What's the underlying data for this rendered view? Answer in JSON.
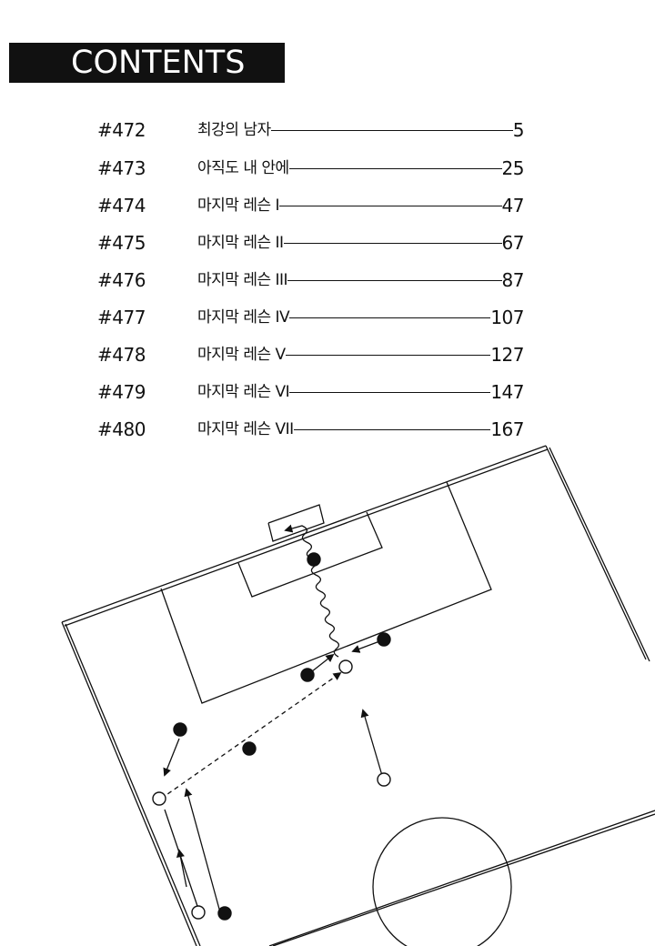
{
  "header": {
    "title": "CONTENTS"
  },
  "toc": [
    {
      "code": "#472",
      "title": "최강의 남자",
      "page": "5"
    },
    {
      "code": "#473",
      "title": "아직도 내 안에",
      "page": "25"
    },
    {
      "code": "#474",
      "title": "마지막 레슨 I",
      "page": "47"
    },
    {
      "code": "#475",
      "title": "마지막 레슨 II",
      "page": "67"
    },
    {
      "code": "#476",
      "title": "마지막 레슨 III",
      "page": "87"
    },
    {
      "code": "#477",
      "title": "마지막 레슨 IV",
      "page": "107"
    },
    {
      "code": "#478",
      "title": "마지막 레슨 V",
      "page": "127"
    },
    {
      "code": "#479",
      "title": "마지막 레슨 VI",
      "page": "147"
    },
    {
      "code": "#480",
      "title": "마지막 레슨 VII",
      "page": "167"
    }
  ],
  "colors": {
    "ink": "#111111",
    "paper": "#ffffff"
  }
}
